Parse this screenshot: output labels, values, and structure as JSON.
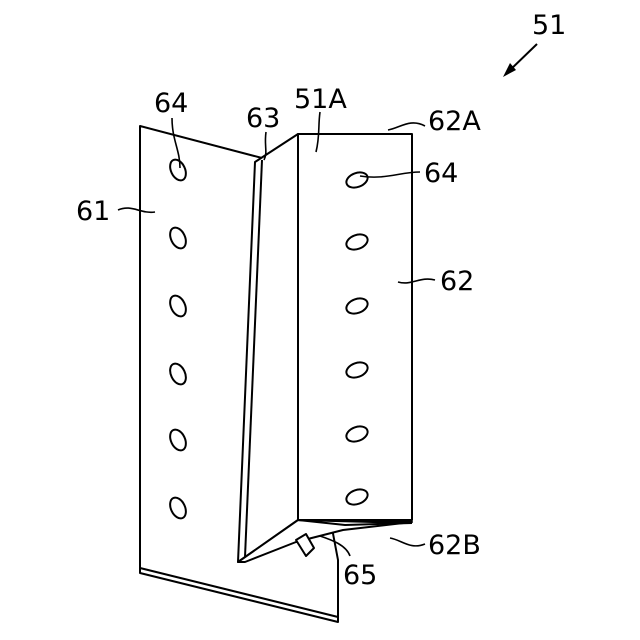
{
  "figure": {
    "reference_numeral": "51",
    "labels": {
      "portion_61": "61",
      "portion_62": "62",
      "portion_63": "63",
      "hole_left": "64",
      "hole_right": "64",
      "corner_51A": "51A",
      "edge_62A": "62A",
      "edge_62B": "62B",
      "projection_65": "65"
    }
  }
}
